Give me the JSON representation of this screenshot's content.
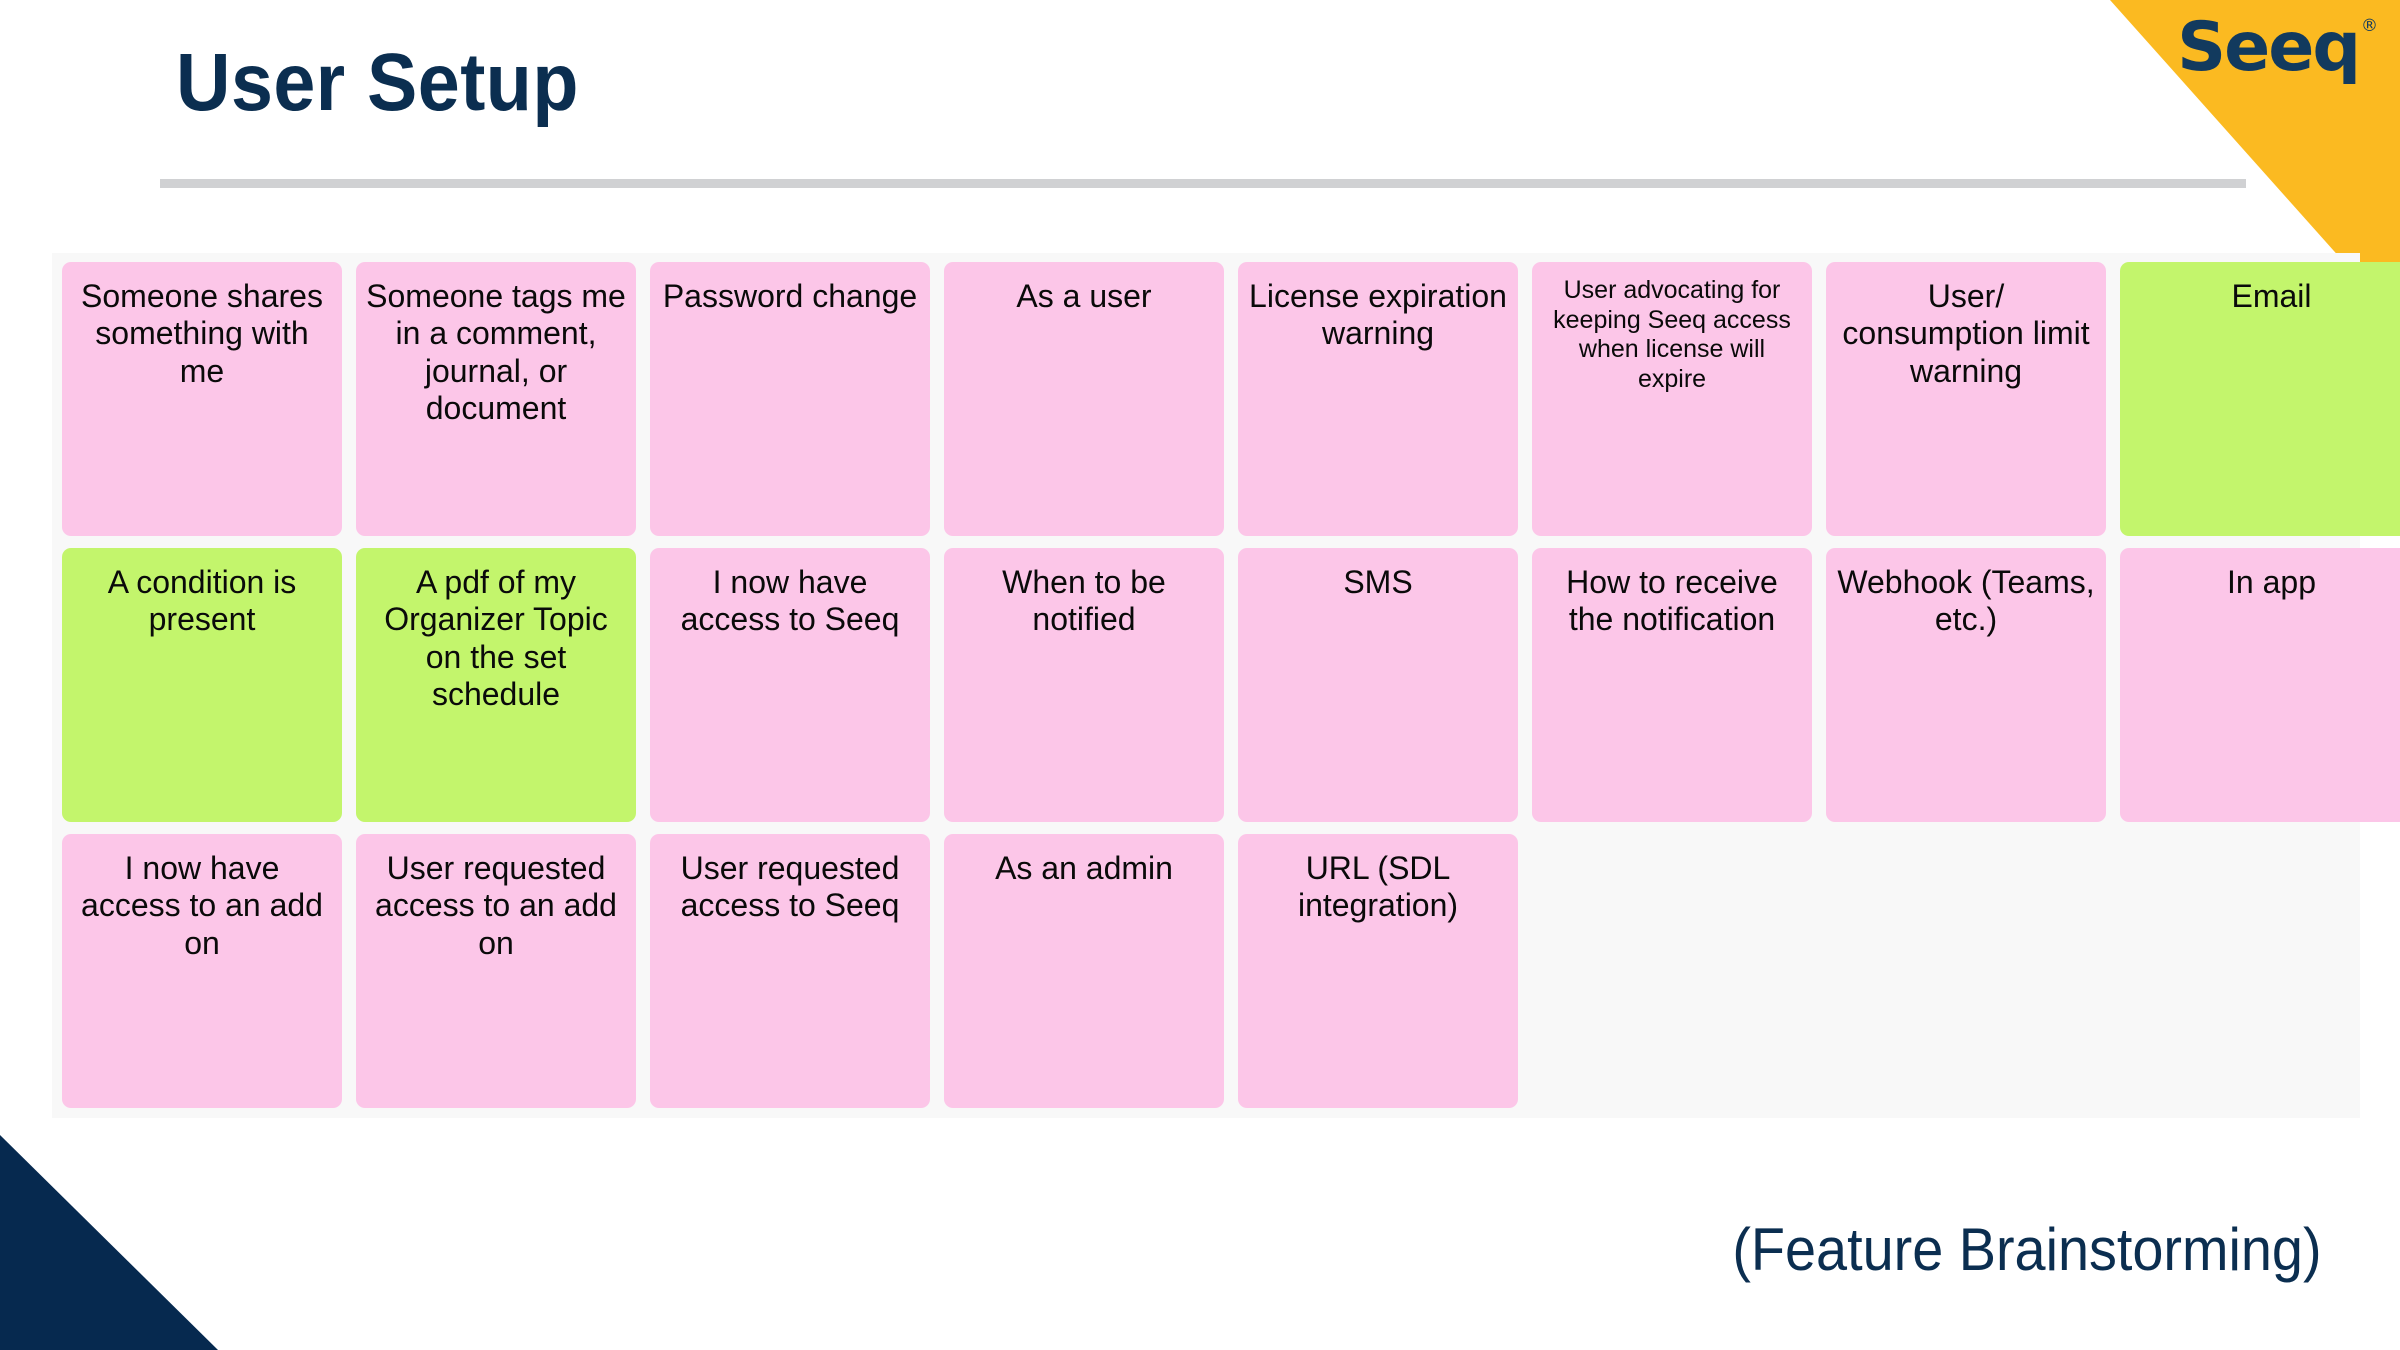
{
  "brand": {
    "logo_text": "Seeq",
    "logo_registered": "®",
    "navy": "#0B2E50",
    "yellow": "#FBBA21",
    "pink": "#FCC6E8",
    "green": "#C3F56C",
    "rule_gray": "#D0D1D3",
    "board_bg": "#F8F8F8"
  },
  "header": {
    "title": "User Setup"
  },
  "footer": {
    "caption": "(Feature Brainstorming)"
  },
  "board": {
    "rows": [
      [
        {
          "text": "Someone shares something with me",
          "color": "pink"
        },
        {
          "text": "Someone tags me in a comment, journal, or document",
          "color": "pink"
        },
        {
          "text": "Password change",
          "color": "pink"
        },
        {
          "text": "As a user",
          "color": "pink"
        },
        {
          "text": "License expiration warning",
          "color": "pink"
        },
        {
          "text": "User advocating for keeping Seeq access when license will expire",
          "color": "pink"
        },
        {
          "text": "User/ consumption limit warning",
          "color": "pink"
        },
        {
          "text": "Email",
          "color": "green"
        }
      ],
      [
        {
          "text": "A condition is present",
          "color": "green"
        },
        {
          "text": "A pdf of my Organizer Topic on the set schedule",
          "color": "green"
        },
        {
          "text": "I now have access to Seeq",
          "color": "pink"
        },
        {
          "text": "When to be notified",
          "color": "pink"
        },
        {
          "text": "SMS",
          "color": "pink"
        },
        {
          "text": "How to receive the notification",
          "color": "pink"
        },
        {
          "text": "Webhook (Teams, etc.)",
          "color": "pink"
        },
        {
          "text": "In app",
          "color": "pink"
        }
      ],
      [
        {
          "text": "I now have access to an add on",
          "color": "pink"
        },
        {
          "text": "User requested access to an add on",
          "color": "pink"
        },
        {
          "text": "User requested access to Seeq",
          "color": "pink"
        },
        {
          "text": "As an admin",
          "color": "pink"
        },
        {
          "text": "URL (SDL integration)",
          "color": "pink"
        },
        {
          "text": "",
          "color": "empty"
        },
        {
          "text": "",
          "color": "empty"
        },
        {
          "text": "",
          "color": "empty"
        }
      ]
    ]
  }
}
